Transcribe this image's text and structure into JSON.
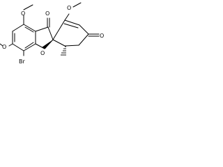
{
  "molecule": {
    "atoms": {
      "o_methoxy_top": "O",
      "o_methoxy_left": "O",
      "br": "Br",
      "o_ring": "O",
      "o_carbonyl_top": "O",
      "o_methoxy_right": "O",
      "o_carbonyl_right": "O"
    }
  }
}
